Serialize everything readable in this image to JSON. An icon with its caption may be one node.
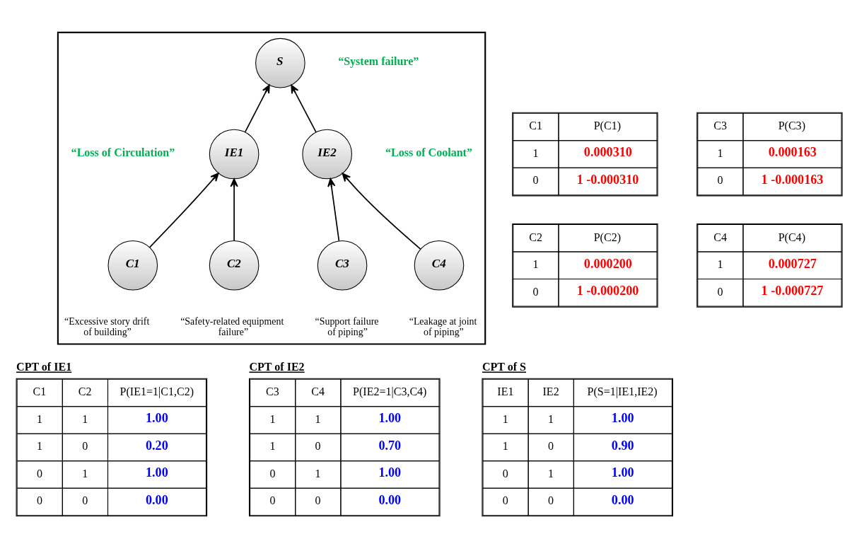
{
  "diagram": {
    "nodes": [
      {
        "text": [],
        "shape": "box"
      },
      {
        "text": [
          "S"
        ],
        "in": 0,
        "beside": [
          "“System failure”"
        ]
      },
      {
        "text": [
          "IE1"
        ],
        "in": 0,
        "beside": [
          "“Loss of Circulation”"
        ]
      },
      {
        "text": [
          "IE2"
        ],
        "in": 0,
        "beside": [
          "“Loss of Coolant”"
        ]
      },
      {
        "text": [
          "C1"
        ],
        "in": 0,
        "beside": [
          "“Excessive story drift of building”"
        ]
      },
      {
        "text": [
          "C2"
        ],
        "in": 0,
        "beside": [
          "“Safety-related equipment failure”"
        ]
      },
      {
        "text": [
          "C3"
        ],
        "in": 0,
        "beside": [
          "“Support failure of piping”"
        ]
      },
      {
        "text": [
          "C4"
        ],
        "in": 0,
        "beside": [
          "“Leakage at joint of piping”"
        ]
      }
    ],
    "edges": [
      {
        "from": 2,
        "to": 1,
        "arrow": "to"
      },
      {
        "from": 3,
        "to": 1,
        "arrow": "to"
      },
      {
        "from": 4,
        "to": 2,
        "arrow": "to"
      },
      {
        "from": 5,
        "to": 2,
        "arrow": "to"
      },
      {
        "from": 6,
        "to": 3,
        "arrow": "to"
      },
      {
        "from": 7,
        "to": 3,
        "arrow": "to"
      }
    ],
    "labels": [
      "C1",
      "P(C1)",
      "1",
      "0.000310",
      "0",
      "1 -0.000310",
      "C2",
      "P(C2)",
      "1",
      "0.000200",
      "0",
      "1 -0.000200",
      "C3",
      "P(C3)",
      "1",
      "0.000163",
      "0",
      "1 -0.000163",
      "C4",
      "P(C4)",
      "1",
      "0.000727",
      "0",
      "1 -0.000727",
      "CPT of IE1",
      "C1",
      "C2",
      "P(IE1=1|C1,C2)",
      "1",
      "1",
      "1.00",
      "1",
      "0",
      "0.20",
      "0",
      "1",
      "1.00",
      "0",
      "0",
      "0.00",
      "CPT of IE2",
      "C3",
      "C4",
      "P(IE2=1|C3,C4)",
      "1",
      "1",
      "1.00",
      "1",
      "0",
      "0.70",
      "0",
      "1",
      "1.00",
      "0",
      "0",
      "0.00",
      "CPT of S",
      "IE1",
      "IE2",
      "P(S=1|IE1,IE2)",
      "1",
      "1",
      "1.00",
      "1",
      "0",
      "0.90",
      "0",
      "1",
      "1.00",
      "0",
      "0",
      "0.00"
    ]
  }
}
